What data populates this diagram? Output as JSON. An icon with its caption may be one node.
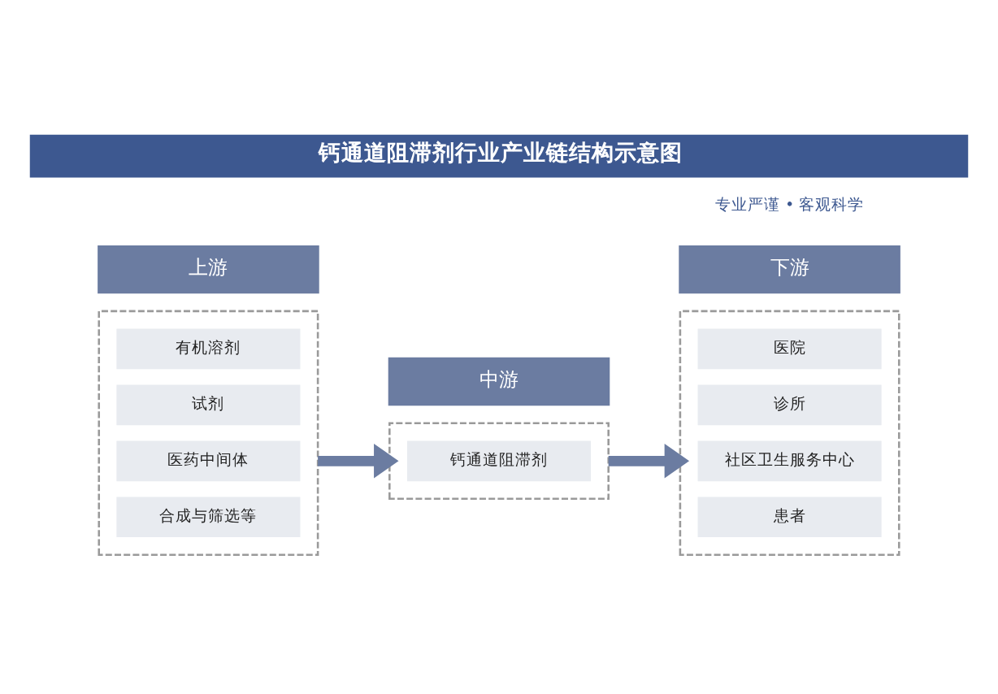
{
  "diagram": {
    "title": "钙通道阻滞剂行业产业链结构示意图",
    "nodes": [
      {
        "text": [
          "上游"
        ]
      },
      {
        "text": [
          "中游"
        ]
      },
      {
        "text": [
          "下游"
        ]
      },
      {
        "text": [],
        "shape": "box"
      },
      {
        "text": [
          "有机溶剂"
        ],
        "in": 3
      },
      {
        "text": [
          "试剂"
        ],
        "in": 3
      },
      {
        "text": [
          "医药中间体"
        ],
        "in": 3
      },
      {
        "text": [
          "合成与筛选等"
        ],
        "in": 3
      },
      {
        "text": [],
        "shape": "box"
      },
      {
        "text": [
          "钙通道阻滞剂"
        ],
        "in": 8
      },
      {
        "text": [],
        "shape": "box"
      },
      {
        "text": [
          "医院"
        ],
        "in": 10
      },
      {
        "text": [
          "诊所"
        ],
        "in": 10
      },
      {
        "text": [
          "社区卫生服务中心"
        ],
        "in": 10
      },
      {
        "text": [
          "患者"
        ],
        "in": 10
      }
    ],
    "edges": [
      {
        "from": 3,
        "to": 8,
        "arrow": "to"
      },
      {
        "from": 8,
        "to": 10,
        "arrow": "to"
      }
    ],
    "labels": [
      "专业严谨 • 客观科学"
    ]
  }
}
